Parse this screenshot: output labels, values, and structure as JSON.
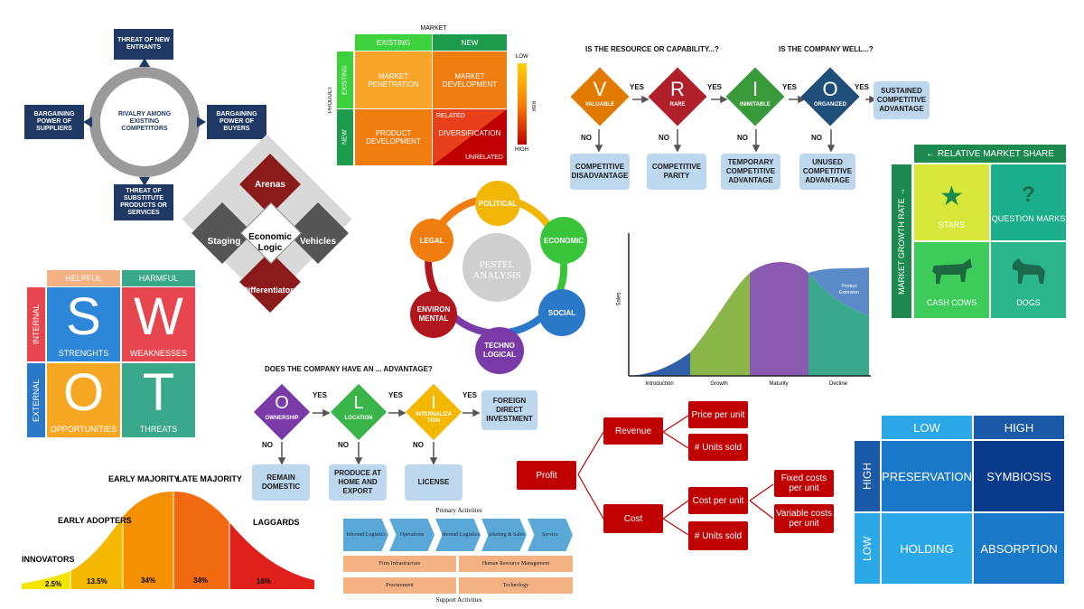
{
  "porter": {
    "center": "RIVALRY AMONG EXISTING COMPETITORS",
    "top": "THREAT OF NEW ENTRANTS",
    "left": "BARGAINING POWER OF SUPPLIERS",
    "right": "BARGAINING POWER OF BUYERS",
    "bottom": "THREAT OF SUBSTITUTE PRODUCTS OR SERVICES"
  },
  "ansoff": {
    "market": "MARKET",
    "product": "PRODUCT",
    "existing": "EXISTING",
    "new": "NEW",
    "cells": [
      "MARKET PENETRATION",
      "MARKET DEVELOPMENT",
      "PRODUCT DEVELOPMENT",
      "DIVERSIFICATION"
    ],
    "related": "RELATED",
    "unrelated": "UNRELATED",
    "low": "LOW",
    "high": "HIGH",
    "risk": "RISK"
  },
  "vrio": {
    "q1": "IS THE RESOURCE OR CAPABILITY...?",
    "q2": "IS THE COMPANY WELL...?",
    "yes": "YES",
    "no": "NO",
    "steps": [
      {
        "letter": "V",
        "word": "VALUABLE",
        "color": "#e07b00"
      },
      {
        "letter": "R",
        "word": "RARE",
        "color": "#b0202a"
      },
      {
        "letter": "I",
        "word": "INIMITABLE",
        "color": "#3a9a3a"
      },
      {
        "letter": "O",
        "word": "ORGANIZED",
        "color": "#1f4e79"
      }
    ],
    "outcomes": [
      "COMPETITIVE DISADVANTAGE",
      "COMPETITIVE PARITY",
      "TEMPORARY COMPETITIVE ADVANTAGE",
      "UNUSED COMPETITIVE ADVANTAGE"
    ],
    "final": "SUSTAINED COMPETITIVE ADVANTAGE"
  },
  "bcg": {
    "header": "← RELATIVE MARKET SHARE",
    "side": "MARKET GROWTH RATE →",
    "cells": [
      "STARS",
      "QUESTION MARKS",
      "CASH COWS",
      "DOGS"
    ],
    "q": "?"
  },
  "strategy_diamond": {
    "center": "Economic Logic",
    "arenas": "Arenas",
    "staging": "Staging",
    "vehicles": "Vehicles",
    "differentiators": "Differentiators"
  },
  "pestel": {
    "center": "PESTEL ANALYSIS",
    "items": [
      {
        "label": "POLITICAL",
        "color": "#f2b705"
      },
      {
        "label": "ECONOMIC",
        "color": "#39c43a"
      },
      {
        "label": "SOCIAL",
        "color": "#2a78c8"
      },
      {
        "label": "TECHNO LOGICAL",
        "color": "#7a3aa8"
      },
      {
        "label": "ENVIRON MENTAL",
        "color": "#b0161e"
      },
      {
        "label": "LEGAL",
        "color": "#f07d10"
      }
    ]
  },
  "lifecycle": {
    "ylabel": "Sales",
    "stages": [
      "Introduction",
      "Growth",
      "Maturity",
      "Decline"
    ],
    "extension": "Product Extension"
  },
  "swot": {
    "helpful": "HELPFUL",
    "harmful": "HARMFUL",
    "internal": "INTERNAL",
    "external": "EXTERNAL",
    "cells": [
      {
        "letter": "S",
        "word": "STRENGHTS"
      },
      {
        "letter": "W",
        "word": "WEAKNESSES"
      },
      {
        "letter": "O",
        "word": "OPPORTUNITIES"
      },
      {
        "letter": "T",
        "word": "THREATS"
      }
    ]
  },
  "oli": {
    "question": "DOES THE COMPANY HAVE AN ... ADVANTAGE?",
    "yes": "YES",
    "no": "NO",
    "steps": [
      {
        "letter": "O",
        "word": "OWNERSHIP"
      },
      {
        "letter": "L",
        "word": "LOCATION"
      },
      {
        "letter": "I",
        "word": "INTERNALIZA TION"
      }
    ],
    "outcomes": [
      "REMAIN DOMESTIC",
      "PRODUCE AT HOME AND EXPORT",
      "LICENSE"
    ],
    "final": "FOREIGN DIRECT INVESTMENT"
  },
  "adoption": {
    "labels": [
      "INNOVATORS",
      "EARLY ADOPTERS",
      "EARLY MAJORITY",
      "LATE MAJORITY",
      "LAGGARDS"
    ],
    "percents": [
      "2.5%",
      "13.5%",
      "34%",
      "34%",
      "16%"
    ]
  },
  "value_chain": {
    "primary_title": "Primary Activities",
    "primary": [
      "Inbound Logistics",
      "Operations",
      "Outbound Logistics",
      "Marketing & Sales",
      "Service"
    ],
    "support": [
      "Firm Infrastructure",
      "Human Resource Management",
      "Procurement",
      "Technology"
    ],
    "support_title": "Support Activities"
  },
  "profit_tree": {
    "profit": "Profit",
    "revenue": "Revenue",
    "cost": "Cost",
    "price": "Price per unit",
    "units1": "# Units sold",
    "cost_per_unit": "Cost per unit",
    "units2": "# Units sold",
    "fixed": "Fixed costs per unit",
    "variable": "Variable costs per unit"
  },
  "matrix": {
    "low": "LOW",
    "high": "HIGH",
    "cells": [
      "PRESERVATION",
      "SYMBIOSIS",
      "HOLDING",
      "ABSORPTION"
    ]
  }
}
